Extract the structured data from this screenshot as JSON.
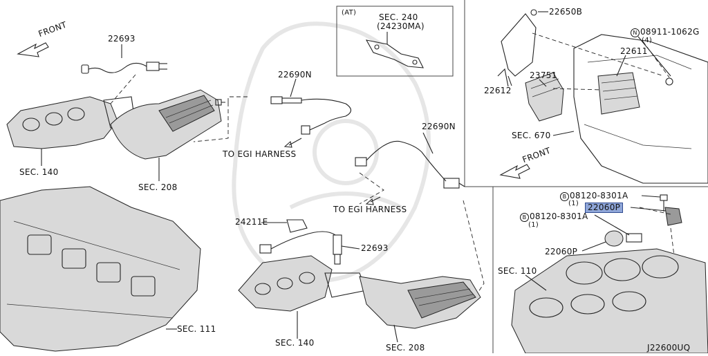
{
  "labels": {
    "front_top_left": "FRONT",
    "front_right": "FRONT",
    "part_22693_top": "22693",
    "part_22690n_top": "22690N",
    "part_22690n_mid": "22690N",
    "to_egi_1": "TO EGI HARNESS",
    "to_egi_2": "TO EGI HARNESS",
    "sec140_left": "SEC. 140",
    "sec208_left": "SEC. 208",
    "sec140_bottom": "SEC. 140",
    "sec208_bottom": "SEC. 208",
    "sec111": "SEC. 111",
    "part_24211e": "24211E",
    "part_22693_mid": "22693",
    "at_box_tag": "(AT)",
    "at_sec240": "SEC. 240",
    "at_sec240_code": "(24230MA)",
    "part_22650b": "22650B",
    "bolt_n_code": "08911-1062G",
    "bolt_n_qty": "(4)",
    "bolt_n_symbol": "N",
    "part_22611": "22611",
    "part_23751": "23751",
    "part_22612": "22612",
    "sec670": "SEC. 670",
    "bolt_b_symbol": "B",
    "bolt_b1_code": "08120-8301A",
    "bolt_b1_qty": "(1)",
    "part_22060p_highlight": "22060P",
    "bolt_b2_code": "08120-8301A",
    "bolt_b2_qty": "(1)",
    "part_22060p": "22060P",
    "sec110": "SEC. 110",
    "diagram_code": "J22600UQ"
  },
  "colors": {
    "highlight_fill": "#8fa6d8",
    "highlight_border": "#2f4a8f",
    "line": "#222222",
    "watermark": "#e6e6e6"
  }
}
